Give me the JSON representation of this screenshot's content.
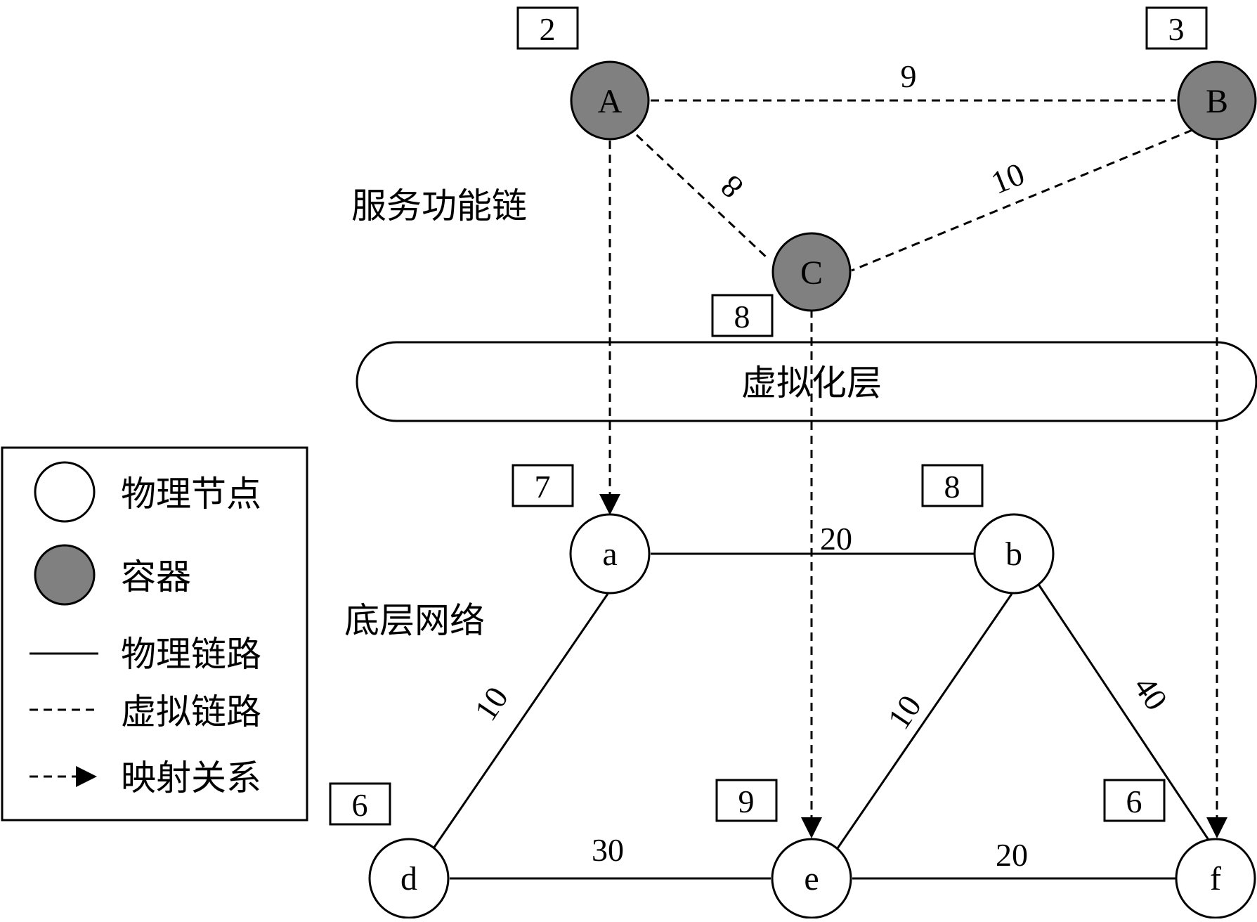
{
  "colors": {
    "container_fill": "#808080",
    "physical_fill": "#ffffff",
    "stroke": "#000000"
  },
  "sections": {
    "sfc_label": "服务功能链",
    "substrate_label": "底层网络",
    "virtualization_layer": "虚拟化层"
  },
  "virtual_nodes": [
    {
      "id": "A",
      "label": "A",
      "demand": "2"
    },
    {
      "id": "B",
      "label": "B",
      "demand": "3"
    },
    {
      "id": "C",
      "label": "C",
      "demand": "8"
    }
  ],
  "virtual_links": [
    {
      "from": "A",
      "to": "B",
      "weight": "9"
    },
    {
      "from": "A",
      "to": "C",
      "weight": "8"
    },
    {
      "from": "B",
      "to": "C",
      "weight": "10"
    }
  ],
  "physical_nodes": [
    {
      "id": "a",
      "label": "a",
      "capacity": "7"
    },
    {
      "id": "b",
      "label": "b",
      "capacity": "8"
    },
    {
      "id": "d",
      "label": "d",
      "capacity": "6"
    },
    {
      "id": "e",
      "label": "e",
      "capacity": "9"
    },
    {
      "id": "f",
      "label": "f",
      "capacity": "6"
    }
  ],
  "physical_links": [
    {
      "from": "a",
      "to": "b",
      "weight": "20"
    },
    {
      "from": "a",
      "to": "d",
      "weight": "10"
    },
    {
      "from": "b",
      "to": "e",
      "weight": "10"
    },
    {
      "from": "b",
      "to": "f",
      "weight": "40"
    },
    {
      "from": "d",
      "to": "e",
      "weight": "30"
    },
    {
      "from": "e",
      "to": "f",
      "weight": "20"
    }
  ],
  "mappings": [
    {
      "from": "A",
      "to": "a"
    },
    {
      "from": "B",
      "to": "f"
    },
    {
      "from": "C",
      "to": "e"
    }
  ],
  "legend": {
    "physical_node": "物理节点",
    "container": "容器",
    "physical_link": "物理链路",
    "virtual_link": "虚拟链路",
    "mapping": "映射关系"
  }
}
